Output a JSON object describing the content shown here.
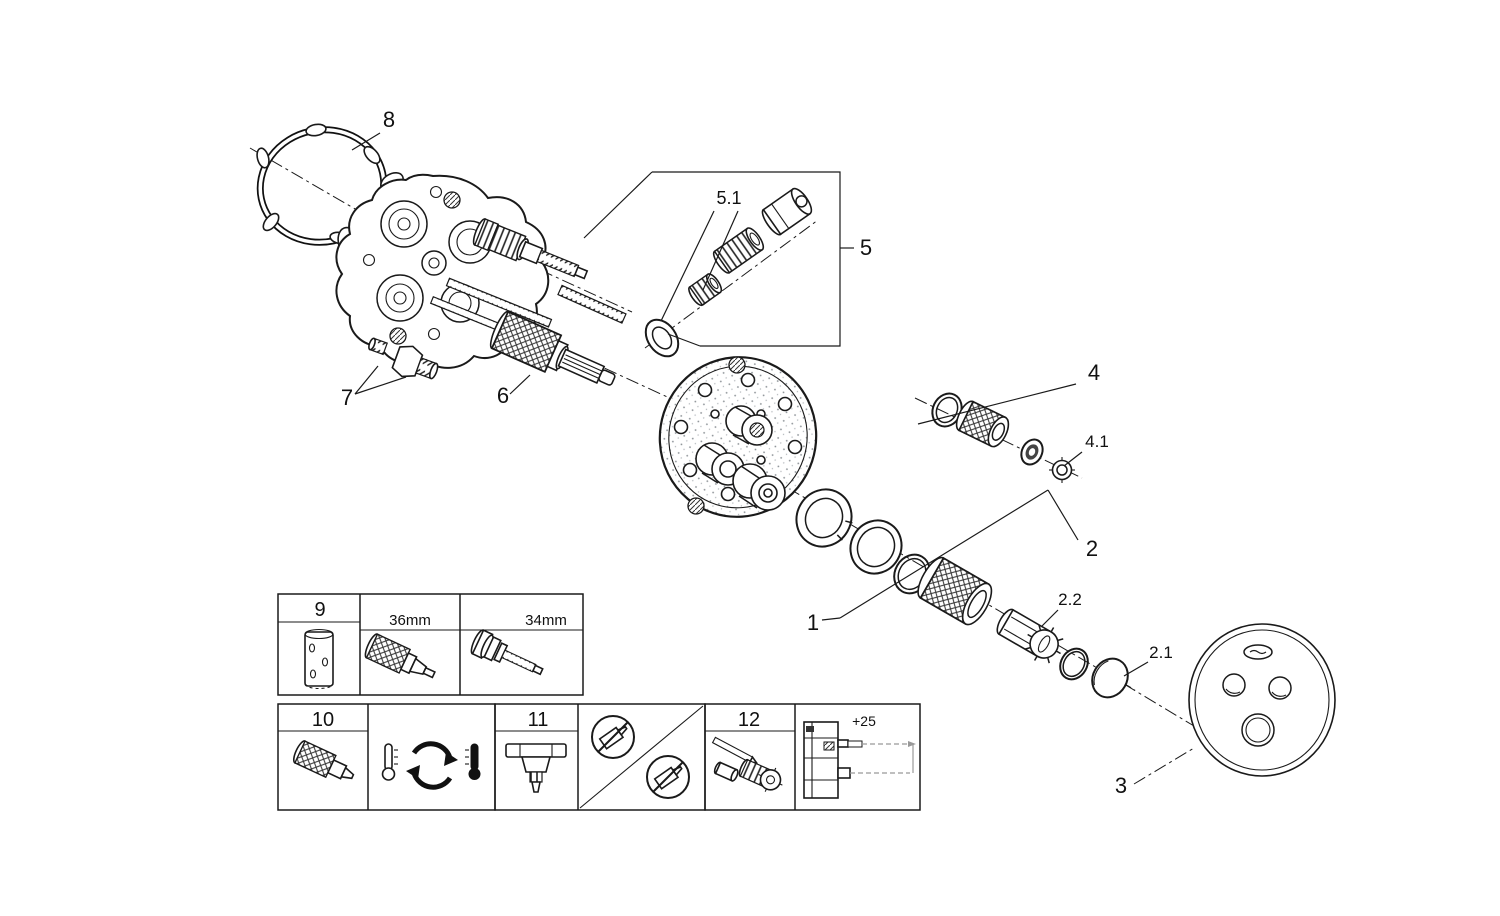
{
  "meta": {
    "background": "#ffffff",
    "line_color": "#1a1a1a",
    "dim_line_color": "#999999"
  },
  "labels": {
    "part8": "8",
    "part5_1": "5.1",
    "part5": "5",
    "part7": "7",
    "part6": "6",
    "part4": "4",
    "part4_1": "4.1",
    "part1": "1",
    "part2": "2",
    "part2_2": "2.2",
    "part2_1": "2.1",
    "part3": "3",
    "box9": "9",
    "box9_size_a": "36mm",
    "box9_size_b": "34mm",
    "box10": "10",
    "box11": "11",
    "box12": "12",
    "box12_extension": "+25"
  }
}
